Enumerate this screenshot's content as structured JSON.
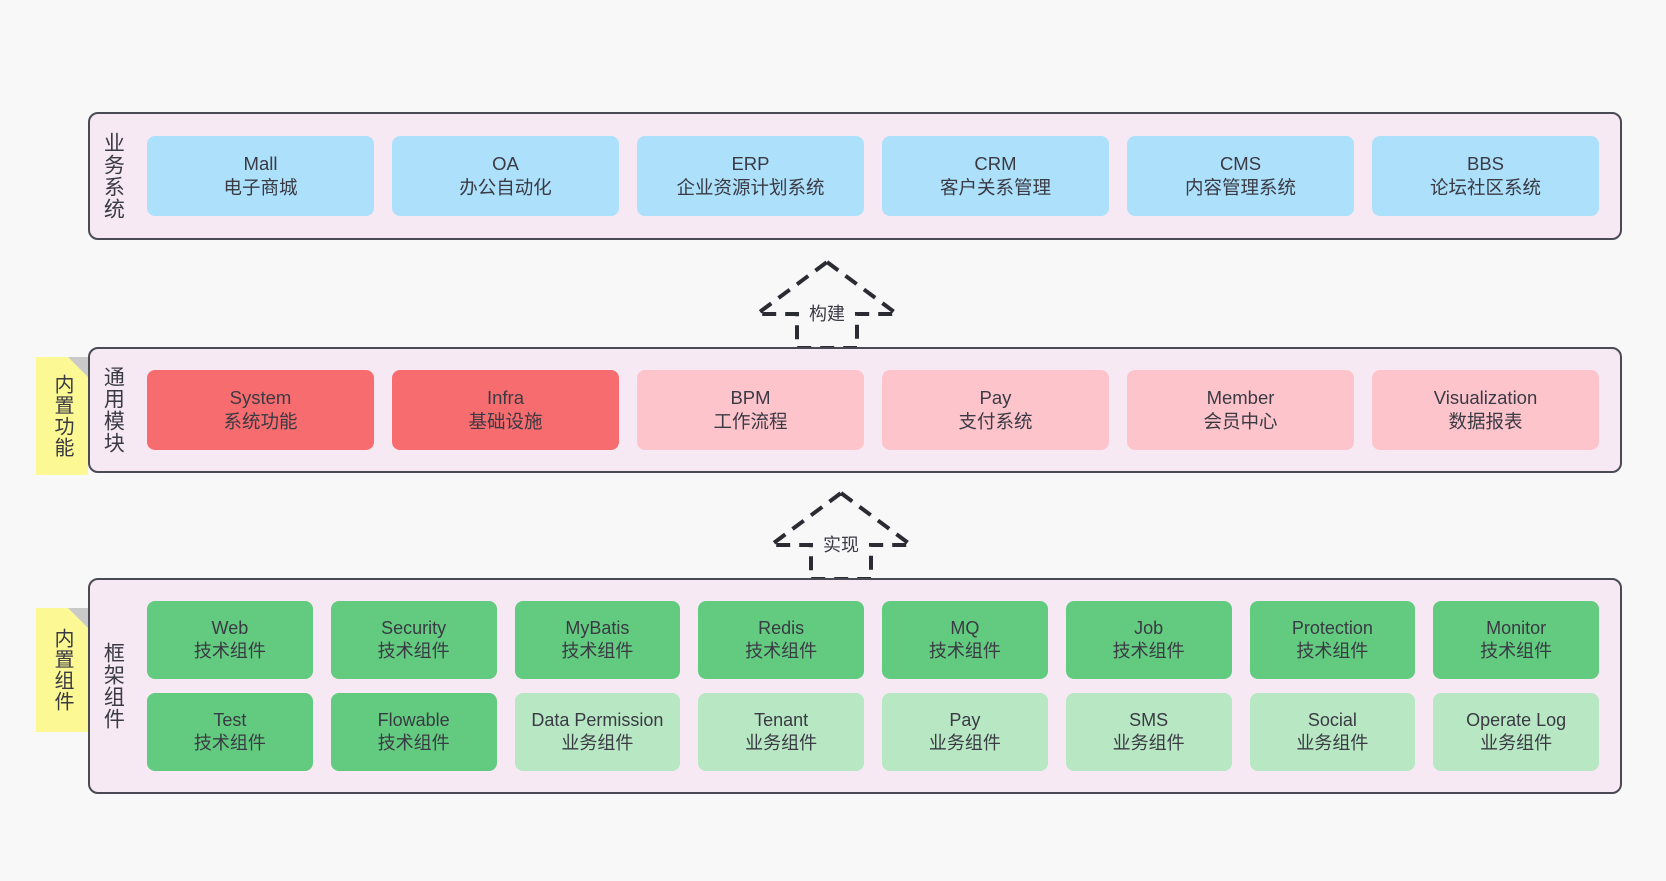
{
  "diagram": {
    "background": "#f9f8f9",
    "panel_bg": "#f7e9f4",
    "panel_border": "#4a4a55",
    "sticky_bg": "#fcf894"
  },
  "layers": [
    {
      "id": "business",
      "title": "业务系统",
      "card_color": "#ade0fb",
      "cards": [
        {
          "name": "Mall",
          "desc": "电子商城",
          "color": "blue"
        },
        {
          "name": "OA",
          "desc": "办公自动化",
          "color": "blue"
        },
        {
          "name": "ERP",
          "desc": "企业资源计划系统",
          "color": "blue"
        },
        {
          "name": "CRM",
          "desc": "客户关系管理",
          "color": "blue"
        },
        {
          "name": "CMS",
          "desc": "内容管理系统",
          "color": "blue"
        },
        {
          "name": "BBS",
          "desc": "论坛社区系统",
          "color": "blue"
        }
      ]
    },
    {
      "id": "common-modules",
      "title": "通用模块",
      "sticky": "内置功能",
      "cards": [
        {
          "name": "System",
          "desc": "系统功能",
          "color": "red"
        },
        {
          "name": "Infra",
          "desc": "基础设施",
          "color": "red"
        },
        {
          "name": "BPM",
          "desc": "工作流程",
          "color": "pink"
        },
        {
          "name": "Pay",
          "desc": "支付系统",
          "color": "pink"
        },
        {
          "name": "Member",
          "desc": "会员中心",
          "color": "pink"
        },
        {
          "name": "Visualization",
          "desc": "数据报表",
          "color": "pink"
        }
      ]
    },
    {
      "id": "framework",
      "title": "框架组件",
      "sticky": "内置组件",
      "row1": [
        {
          "name": "Web",
          "desc": "技术组件",
          "color": "green"
        },
        {
          "name": "Security",
          "desc": "技术组件",
          "color": "green"
        },
        {
          "name": "MyBatis",
          "desc": "技术组件",
          "color": "green"
        },
        {
          "name": "Redis",
          "desc": "技术组件",
          "color": "green"
        },
        {
          "name": "MQ",
          "desc": "技术组件",
          "color": "green"
        },
        {
          "name": "Job",
          "desc": "技术组件",
          "color": "green"
        },
        {
          "name": "Protection",
          "desc": "技术组件",
          "color": "green"
        },
        {
          "name": "Monitor",
          "desc": "技术组件",
          "color": "green"
        }
      ],
      "row2": [
        {
          "name": "Test",
          "desc": "技术组件",
          "color": "green"
        },
        {
          "name": "Flowable",
          "desc": "技术组件",
          "color": "green"
        },
        {
          "name": "Data Permission",
          "desc": "业务组件",
          "color": "green-lt"
        },
        {
          "name": "Tenant",
          "desc": "业务组件",
          "color": "green-lt"
        },
        {
          "name": "Pay",
          "desc": "业务组件",
          "color": "green-lt"
        },
        {
          "name": "SMS",
          "desc": "业务组件",
          "color": "green-lt"
        },
        {
          "name": "Social",
          "desc": "业务组件",
          "color": "green-lt"
        },
        {
          "name": "Operate Log",
          "desc": "业务组件",
          "color": "green-lt"
        }
      ]
    }
  ],
  "connectors": [
    {
      "id": "build",
      "label": "构建"
    },
    {
      "id": "implement",
      "label": "实现"
    }
  ]
}
